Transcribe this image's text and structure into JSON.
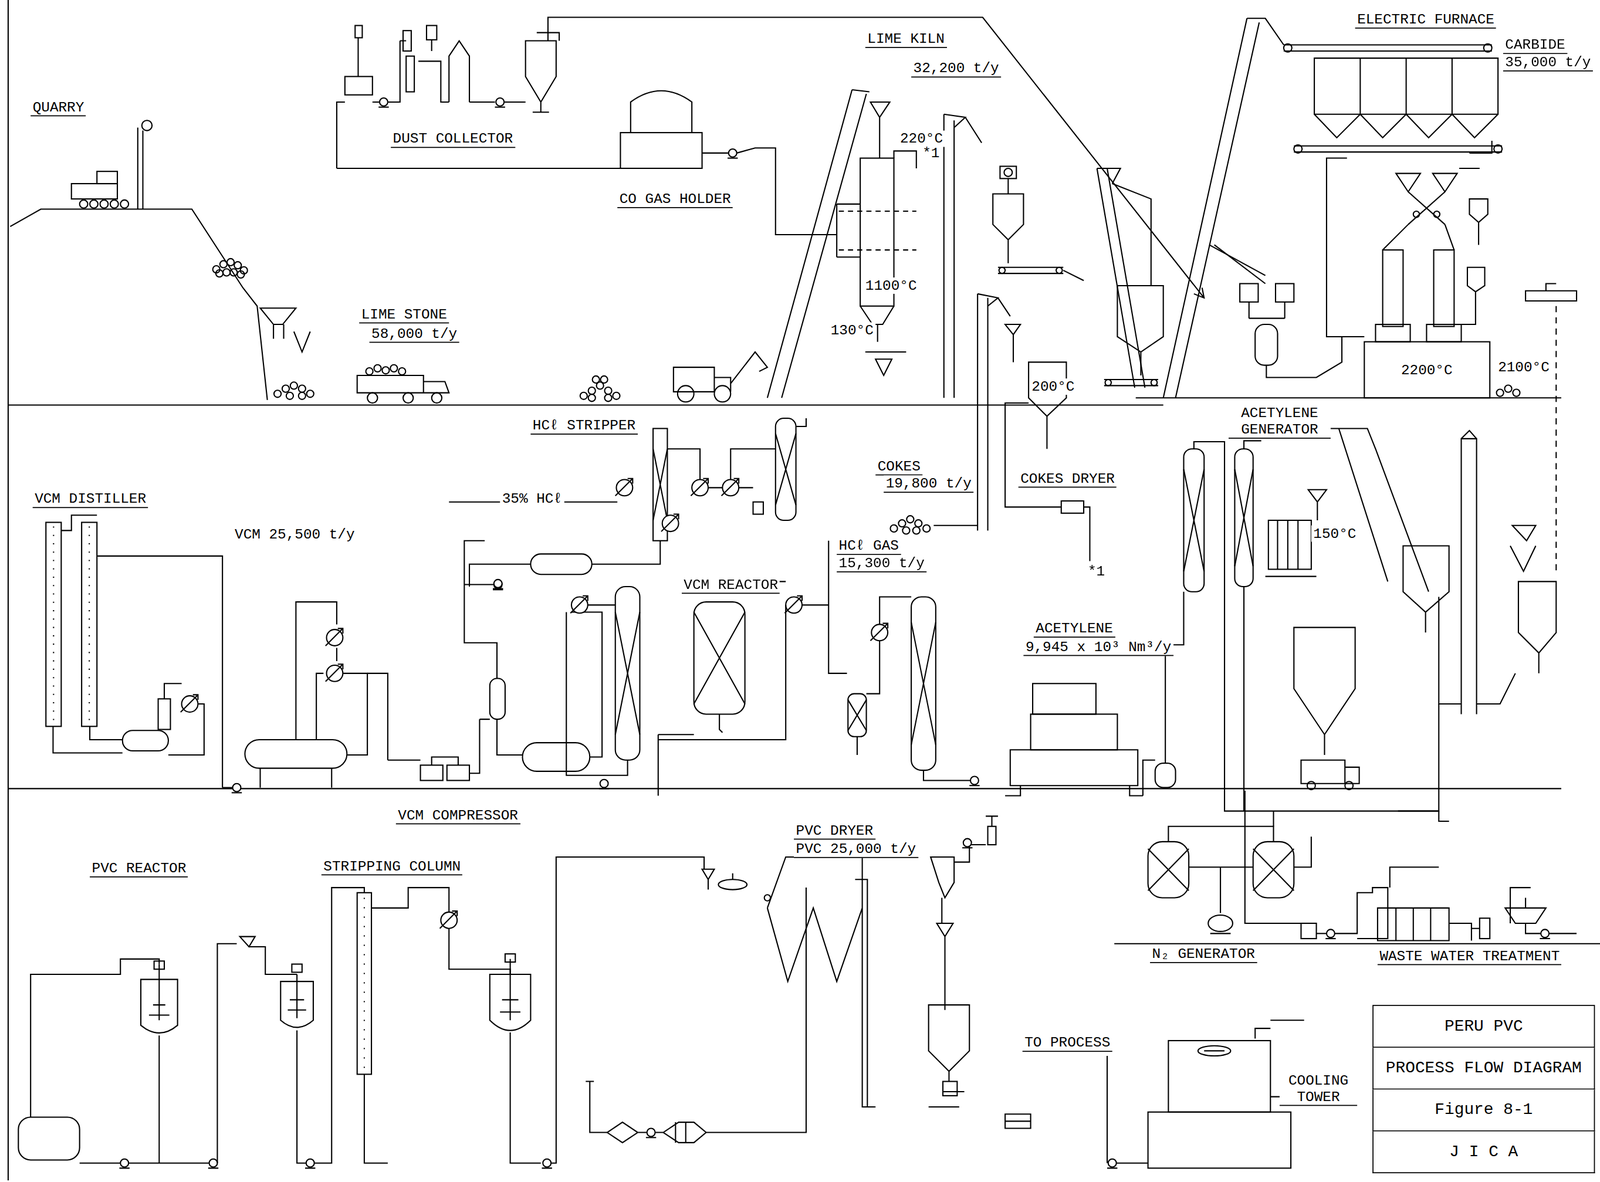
{
  "diagram": {
    "nodes": [
      {
        "text": [
          "PERU PVC"
        ]
      },
      {
        "text": [
          "PROCESS FLOW DIAGRAM"
        ]
      },
      {
        "text": [
          "Figure 8-1"
        ]
      },
      {
        "text": [
          "J I C A"
        ]
      }
    ],
    "labels": [
      "QUARRY",
      "DUST COLLECTOR",
      "CO GAS HOLDER",
      "LIME KILN",
      "32,200 t/y",
      "ELECTRIC FURNACE",
      "CARBIDE",
      "35,000 t/y",
      "220°C",
      "*1",
      "1100°C",
      "130°C",
      "200°C",
      "LIME STONE",
      "58,000 t/y",
      "2200°C",
      "2100°C",
      "HCℓ STRIPPER",
      "35% HCℓ",
      "COKES",
      "19,800 t/y",
      "COKES DRYER",
      "ACETYLENE GENERATOR",
      "VCM DISTILLER",
      "VCM 25,500 t/y",
      "HCℓ GAS",
      "15,300 t/y",
      "*1",
      "VCM REACTOR",
      "150°C",
      "ACETYLENE",
      "9,945 x 10³ Nm³/y",
      "VCM COMPRESSOR",
      "PVC REACTOR",
      "STRIPPING COLUMN",
      "PVC DRYER",
      "PVC 25,000 t/y",
      "N₂ GENERATOR",
      "WASTE WATER TREATMENT",
      "TO PROCESS",
      "COOLING TOWER"
    ]
  }
}
